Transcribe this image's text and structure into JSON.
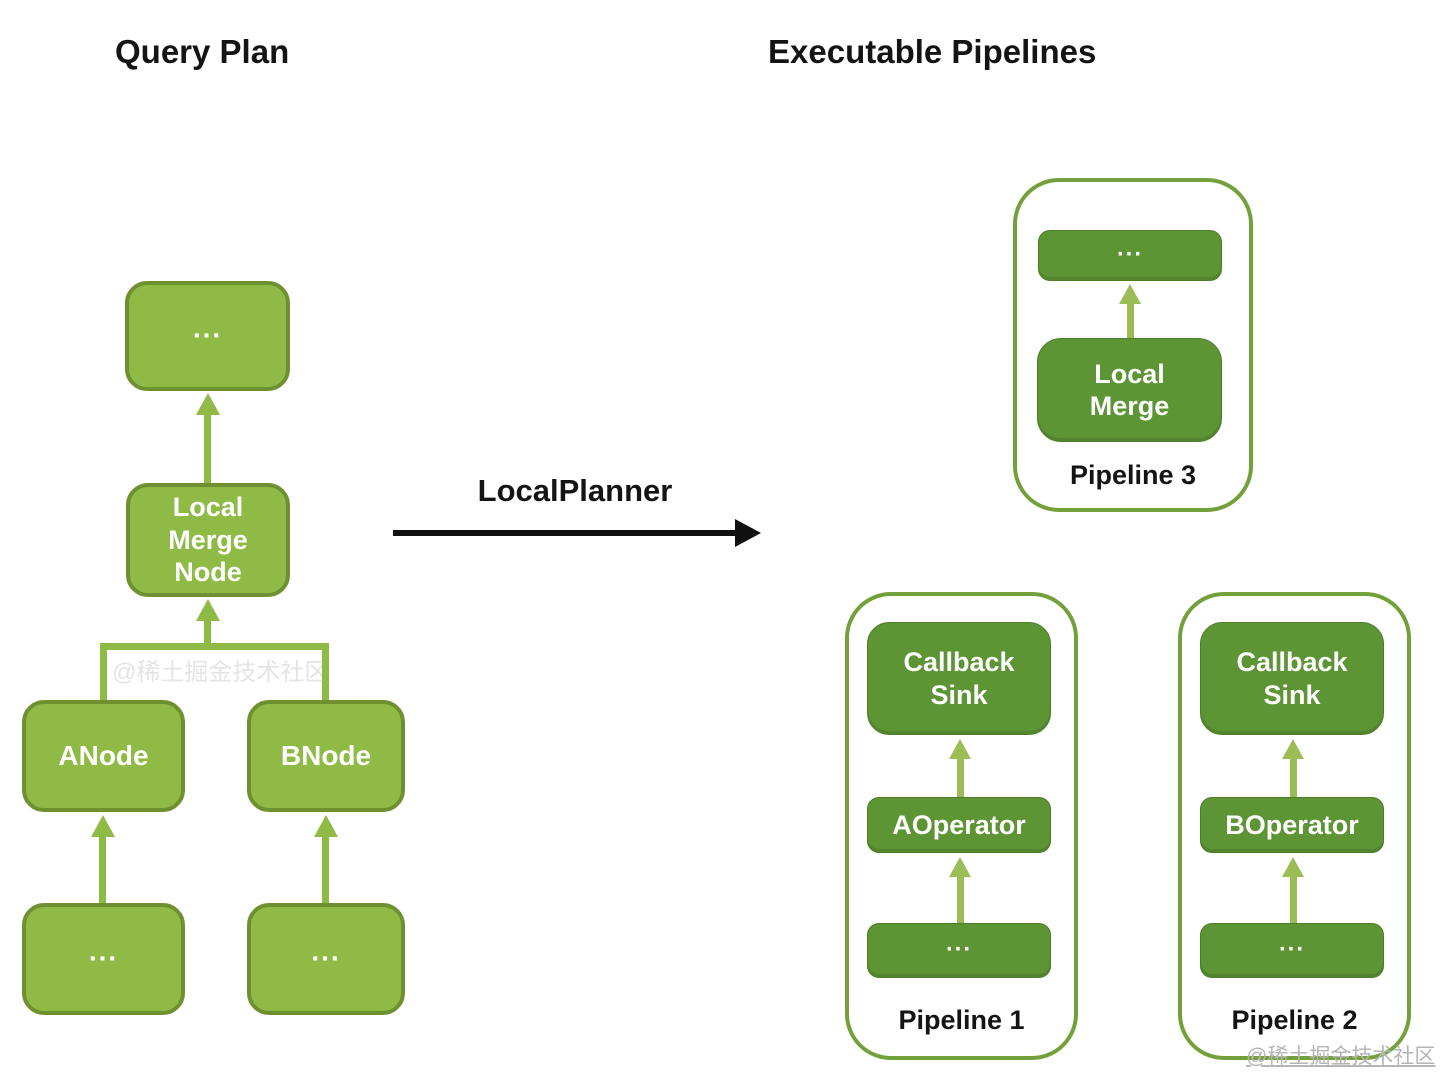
{
  "titles": {
    "query_plan": "Query Plan",
    "executable_pipelines": "Executable Pipelines"
  },
  "local_planner": {
    "label": "LocalPlanner"
  },
  "query_plan_tree": {
    "root": "...",
    "local_merge_node": "Local\nMerge\nNode",
    "anode": "ANode",
    "bnode": "BNode",
    "anode_child": "...",
    "bnode_child": "..."
  },
  "pipelines": {
    "pipeline3": {
      "label": "Pipeline 3",
      "top_box": "...",
      "bottom_box": "Local\nMerge"
    },
    "pipeline1": {
      "label": "Pipeline 1",
      "sink": "Callback\nSink",
      "operator": "AOperator",
      "source": "..."
    },
    "pipeline2": {
      "label": "Pipeline 2",
      "sink": "Callback\nSink",
      "operator": "BOperator",
      "source": "..."
    }
  },
  "watermark": {
    "text": "@稀土掘金技术社区",
    "ghost_text": "@稀土掘金技术社区"
  },
  "colors": {
    "light_green": "#8FBA45",
    "light_green_border": "#6F9030",
    "dark_green": "#5D9434",
    "pipeline_border": "#74A03C",
    "arrow_green": "#9CBD56",
    "planner_arrow_black": "#111111",
    "watermark_gray": "#B5B5B5"
  }
}
